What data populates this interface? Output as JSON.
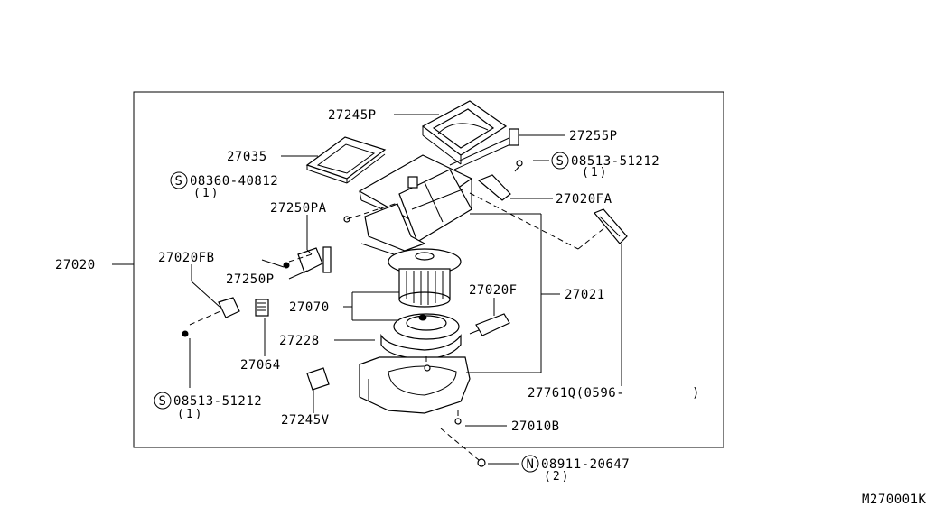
{
  "labels": {
    "p27245P": "27245P",
    "p27255P": "27255P",
    "p27035": "27035",
    "s1_code": "08513-51212",
    "s1_qty": "(1)",
    "s2_code": "08360-40812",
    "s2_qty": "(1)",
    "p27020FA": "27020FA",
    "p27250PA": "27250PA",
    "p27020": "27020",
    "p27020FB": "27020FB",
    "p27250P": "27250P",
    "p27020F": "27020F",
    "p27021": "27021",
    "p27070": "27070",
    "p27228": "27228",
    "p27064": "27064",
    "p27761Q": "27761Q(0596-",
    "p27761Q_close": ")",
    "s3_code": "08513-51212",
    "s3_qty": "(1)",
    "p27245V": "27245V",
    "p27010B": "27010B",
    "n1_code": "08911-20647",
    "n1_qty": "(2)",
    "diagram_id": "M270001K"
  },
  "symbols": {
    "screw": "S",
    "nut": "N"
  }
}
